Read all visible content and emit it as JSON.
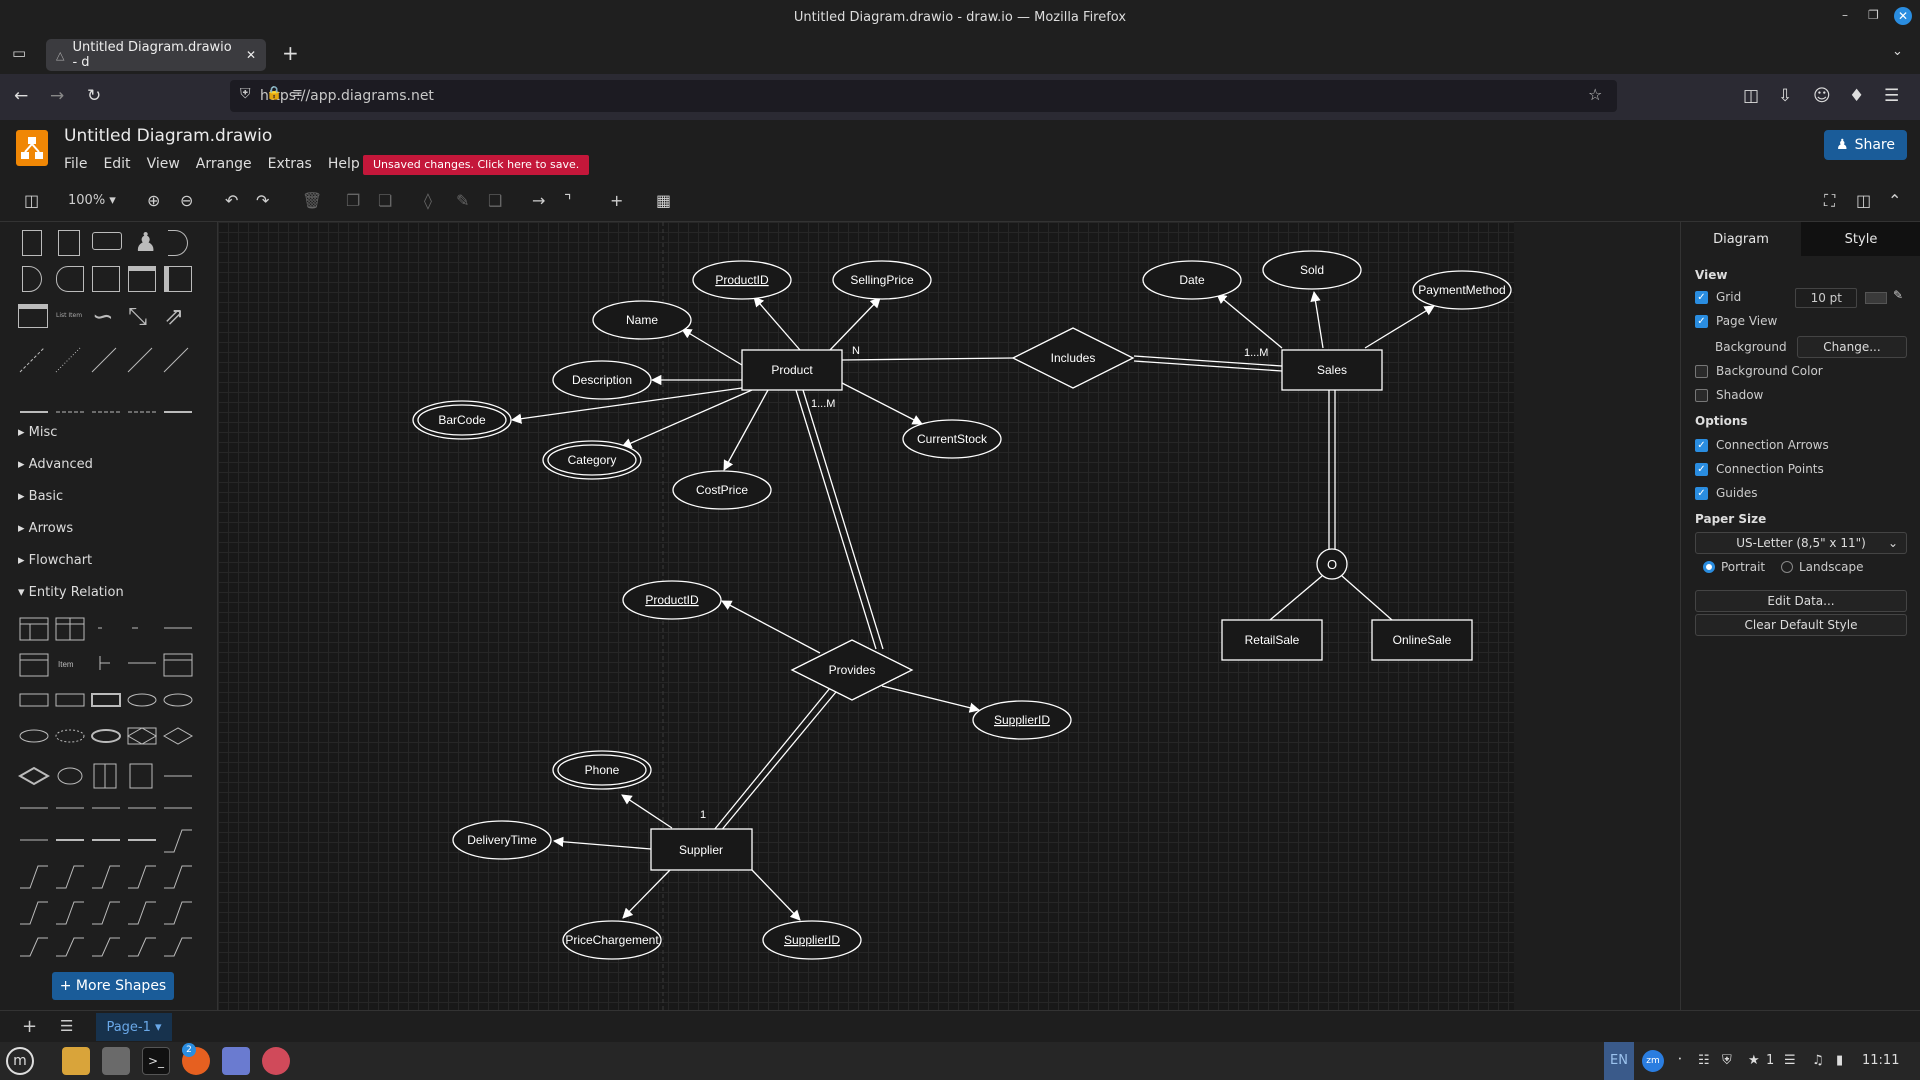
{
  "window": {
    "title": "Untitled Diagram.drawio - draw.io — Mozilla Firefox"
  },
  "browser": {
    "tab_title": "Untitled Diagram.drawio - d",
    "url": "https://app.diagrams.net"
  },
  "app": {
    "doc_title": "Untitled Diagram.drawio",
    "menu": [
      "File",
      "Edit",
      "View",
      "Arrange",
      "Extras",
      "Help"
    ],
    "unsaved_label": "Unsaved changes. Click here to save.",
    "share_label": "Share",
    "zoom": "100%"
  },
  "left_panel": {
    "sections": [
      "Misc",
      "Advanced",
      "Basic",
      "Arrows",
      "Flowchart",
      "Entity Relation"
    ],
    "item_label": "Item",
    "more_shapes": "+ More Shapes"
  },
  "diagram": {
    "entities": [
      "Product",
      "Sales",
      "Supplier",
      "RetailSale",
      "OnlineSale"
    ],
    "relationships": [
      "Includes",
      "Provides"
    ],
    "attributes": [
      "ProductID",
      "SellingPrice",
      "Name",
      "Description",
      "BarCode",
      "Category",
      "CostPrice",
      "CurrentStock",
      "Date",
      "Sold",
      "PaymentMethod",
      "ProductID",
      "SupplierID",
      "Phone",
      "DeliveryTime",
      "PriceChargement",
      "SupplierID"
    ],
    "cardinalities": [
      "N",
      "1...M",
      "1...M",
      "1"
    ],
    "disjoint_symbol": "O"
  },
  "right_panel": {
    "tabs": [
      "Diagram",
      "Style"
    ],
    "view_label": "View",
    "grid_label": "Grid",
    "grid_size": "10 pt",
    "page_view_label": "Page View",
    "background_label": "Background",
    "change_label": "Change...",
    "bg_color_label": "Background Color",
    "shadow_label": "Shadow",
    "options_label": "Options",
    "connection_arrows": "Connection Arrows",
    "connection_points": "Connection Points",
    "guides": "Guides",
    "paper_size_label": "Paper Size",
    "paper_size": "US-Letter (8,5\" x 11\")",
    "portrait": "Portrait",
    "landscape": "Landscape",
    "edit_data": "Edit Data...",
    "clear_default_style": "Clear Default Style"
  },
  "page_tab": "Page-1",
  "taskbar": {
    "lang": "EN",
    "badge": "2",
    "tray_count": "1",
    "clock": "11:11"
  },
  "colors": {
    "accent": "#1a5c99",
    "unsaved": "#c4173a",
    "logo": "#f08705",
    "check": "#2a8de0"
  }
}
